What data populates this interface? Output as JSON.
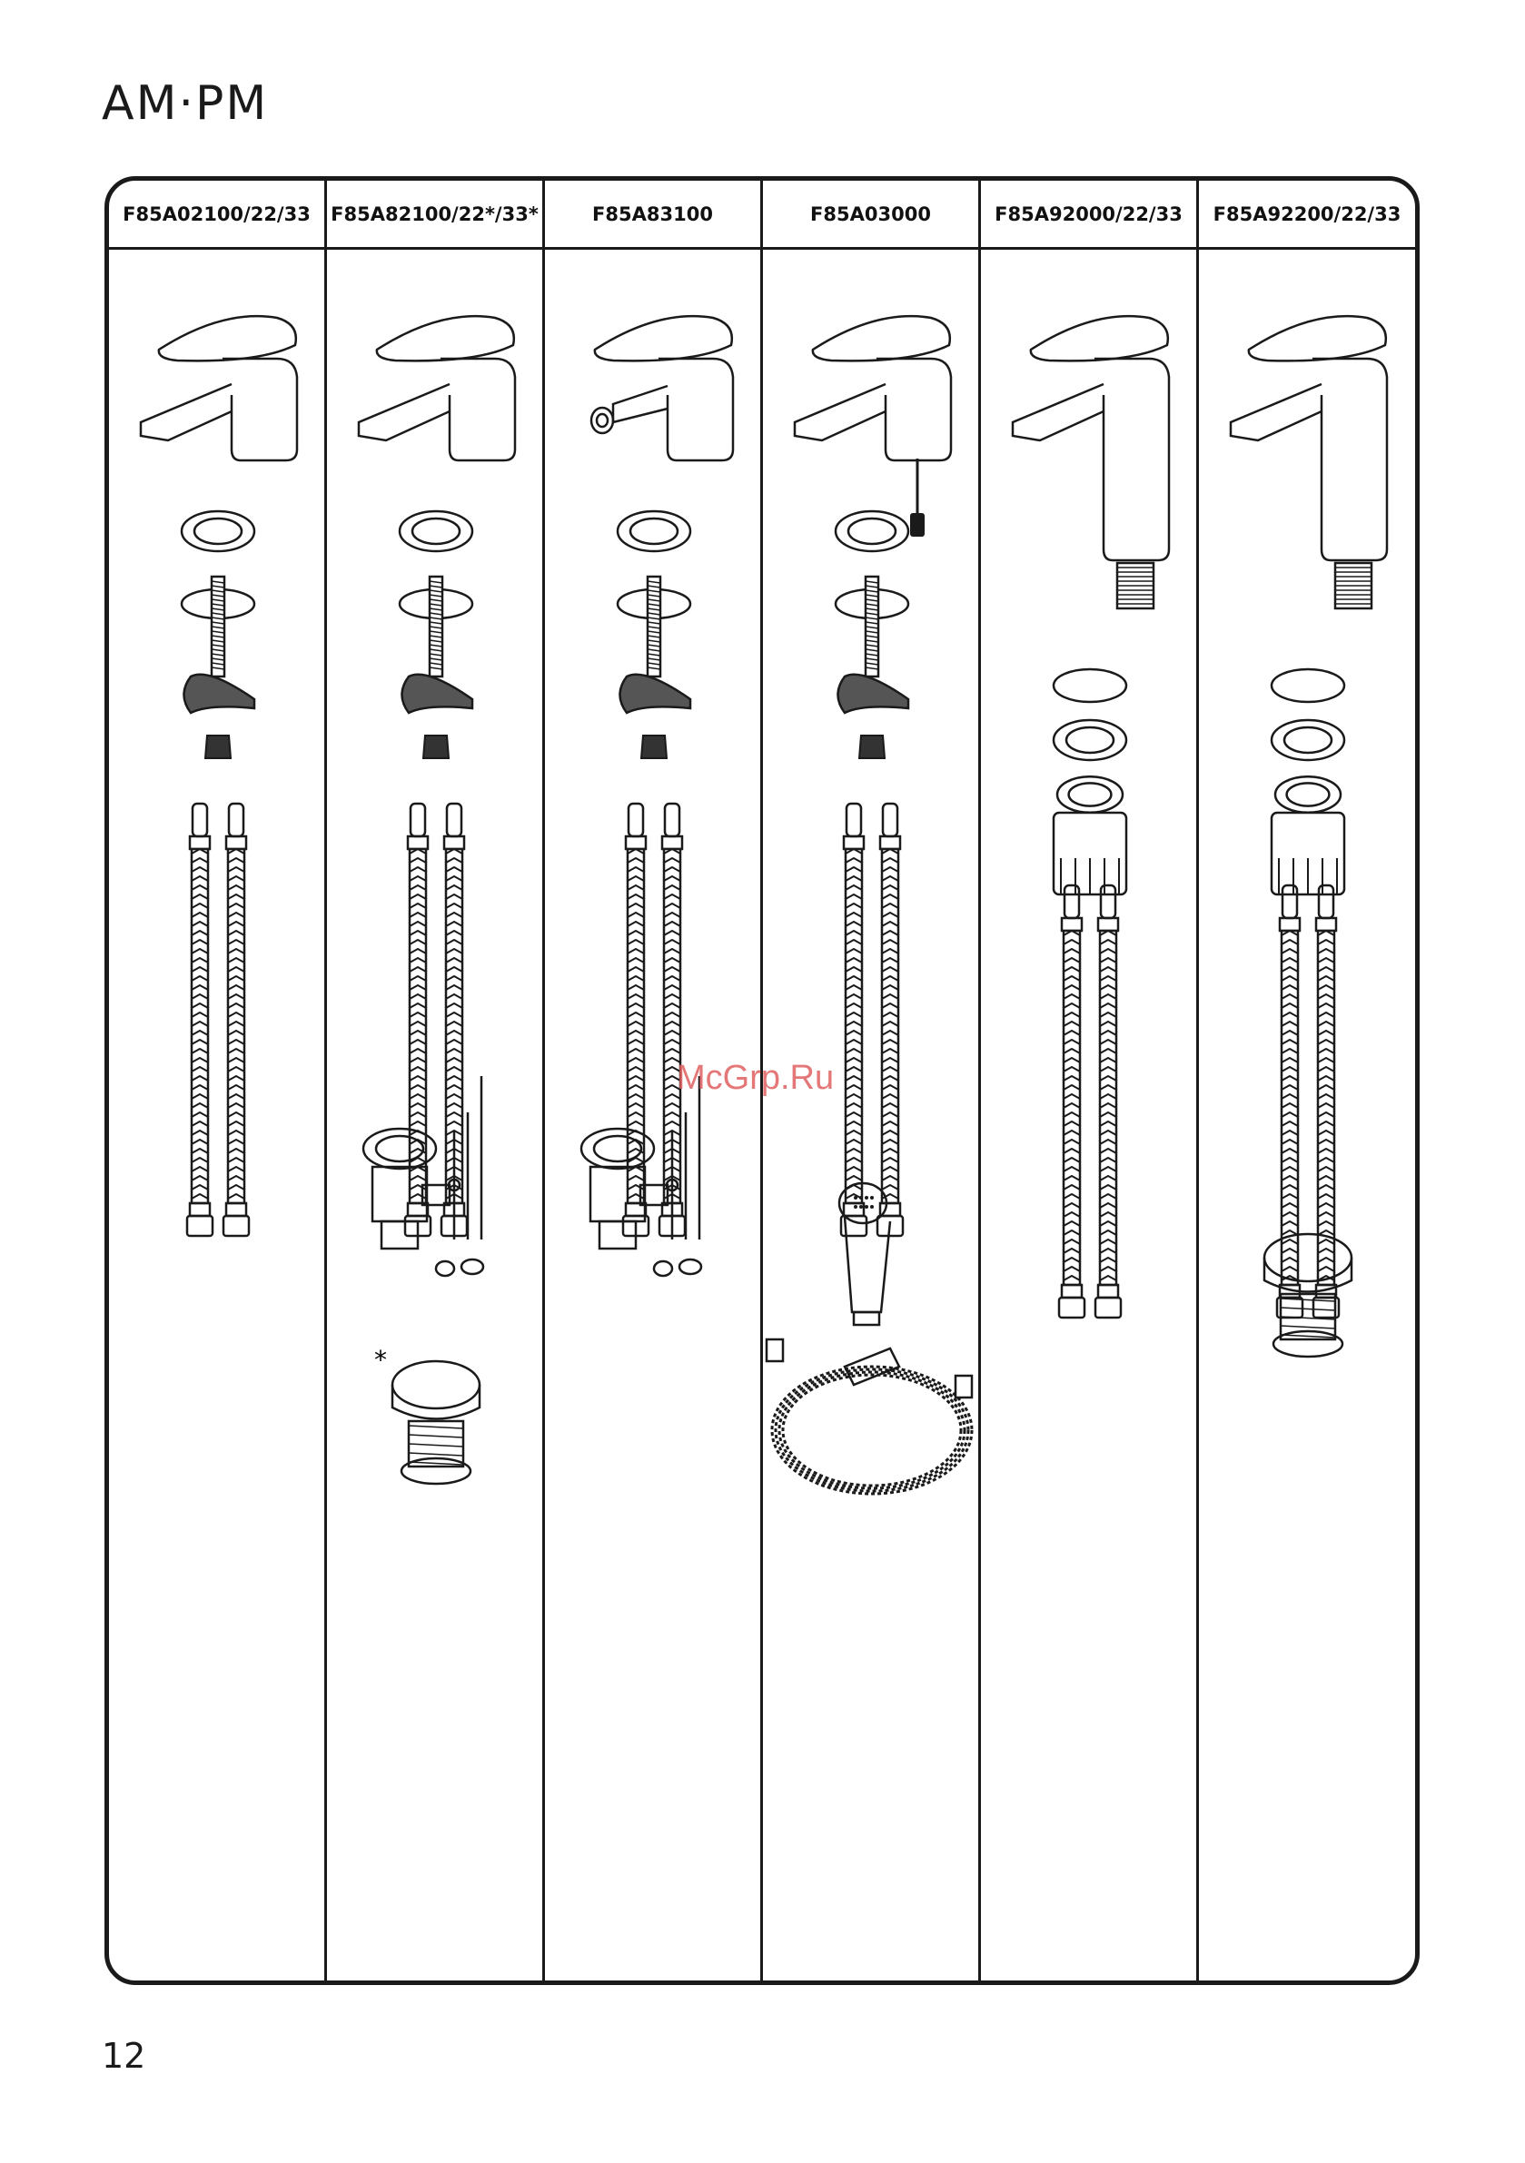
{
  "header": {
    "logo": "AM·PM"
  },
  "table": {
    "columns": [
      {
        "code": "F85A02100/22/33",
        "parts": [
          "basin-faucet",
          "gasket",
          "mounting-kit",
          "flex-hoses"
        ]
      },
      {
        "code": "F85A82100/22*/33*",
        "parts": [
          "basin-faucet",
          "gasket",
          "mounting-kit",
          "flex-hoses",
          "pop-up-waste-with-rod",
          "click-clack-drain"
        ],
        "note": "*"
      },
      {
        "code": "F85A83100",
        "parts": [
          "bidet-faucet",
          "gasket",
          "mounting-kit",
          "flex-hoses",
          "pop-up-waste-with-rod"
        ]
      },
      {
        "code": "F85A03000",
        "parts": [
          "faucet-with-hose-connector",
          "gasket",
          "mounting-kit",
          "flex-hoses",
          "hygienic-shower-head",
          "shower-holder",
          "shower-hose"
        ]
      },
      {
        "code": "F85A92000/22/33",
        "parts": [
          "tall-basin-faucet",
          "o-ring",
          "washer",
          "mounting-nut",
          "flex-hoses"
        ]
      },
      {
        "code": "F85A92200/22/33",
        "parts": [
          "tall-basin-faucet",
          "o-ring",
          "washer",
          "mounting-nut",
          "flex-hoses",
          "click-clack-drain"
        ]
      }
    ]
  },
  "watermark": "McGrp.Ru",
  "footer": {
    "page_number": "12"
  }
}
